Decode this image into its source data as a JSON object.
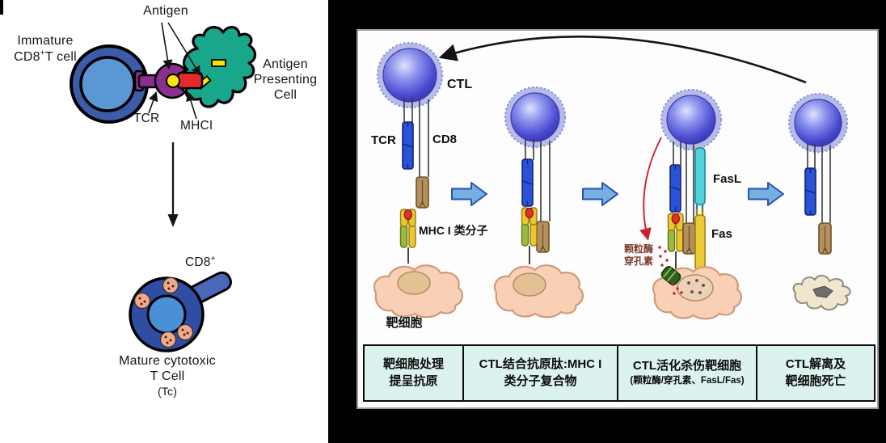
{
  "left": {
    "immature": {
      "line1": "Immature",
      "line2_pre": "CD8",
      "sup": "+",
      "line2_post": "T cell"
    },
    "antigen": "Antigen",
    "apc": {
      "line1": "Antigen",
      "line2": "Presenting",
      "line3": "Cell"
    },
    "tcr": "TCR",
    "mhci": "MHCI",
    "cd8_pre": "CD8",
    "cd8_sup": "+",
    "mature": {
      "line1": "Mature cytotoxic",
      "line2": "T Cell",
      "line3": "(Tc)"
    }
  },
  "right": {
    "ctl": "CTL",
    "tcr": "TCR",
    "cd8": "CD8",
    "mhc": "MHC I 类分子",
    "target": "靶细胞",
    "fasl": "FasL",
    "fas": "Fas",
    "granzyme": {
      "line1": "颗粒酶",
      "line2": "穿孔素"
    },
    "captions": [
      {
        "line1": "靶细胞处理",
        "line2": "提呈抗原"
      },
      {
        "line1": "CTL结合抗原肽:MHC I",
        "line2": "类分子复合物"
      },
      {
        "line1": "CTL活化杀伤靶细胞",
        "line2": "(颗粒酶/穿孔素、FasL/Fas)"
      },
      {
        "line1": "CTL解离及",
        "line2": "靶细胞死亡"
      }
    ]
  },
  "colors": {
    "ctl_sphere": "#4a4ad0",
    "ctl_halo": "#b6bbe8",
    "tcr_rod": "#2a52d8",
    "cd8_rod": "#b3905d",
    "fasl_rod": "#52d0dc",
    "fas_rod": "#ecc937",
    "mhc_yellow": "#eac72f",
    "mhc_green": "#9cba3e",
    "antigen_red": "#e03226",
    "target_cell": "#f9d0b6",
    "apc_teal": "#19a78c",
    "immature_ring": "#3c5ba9",
    "cell_inner": "#5b97d4",
    "tcr_purple": "#8b2f8f",
    "antigen_yellow": "#f4e60c",
    "mhci_red": "#e62a28",
    "stage_arrow": "#79aee3",
    "caption_bg": "#dcf2ee",
    "granule_green": "#2d5e20",
    "granzyme_text": "#7b3a2c"
  }
}
